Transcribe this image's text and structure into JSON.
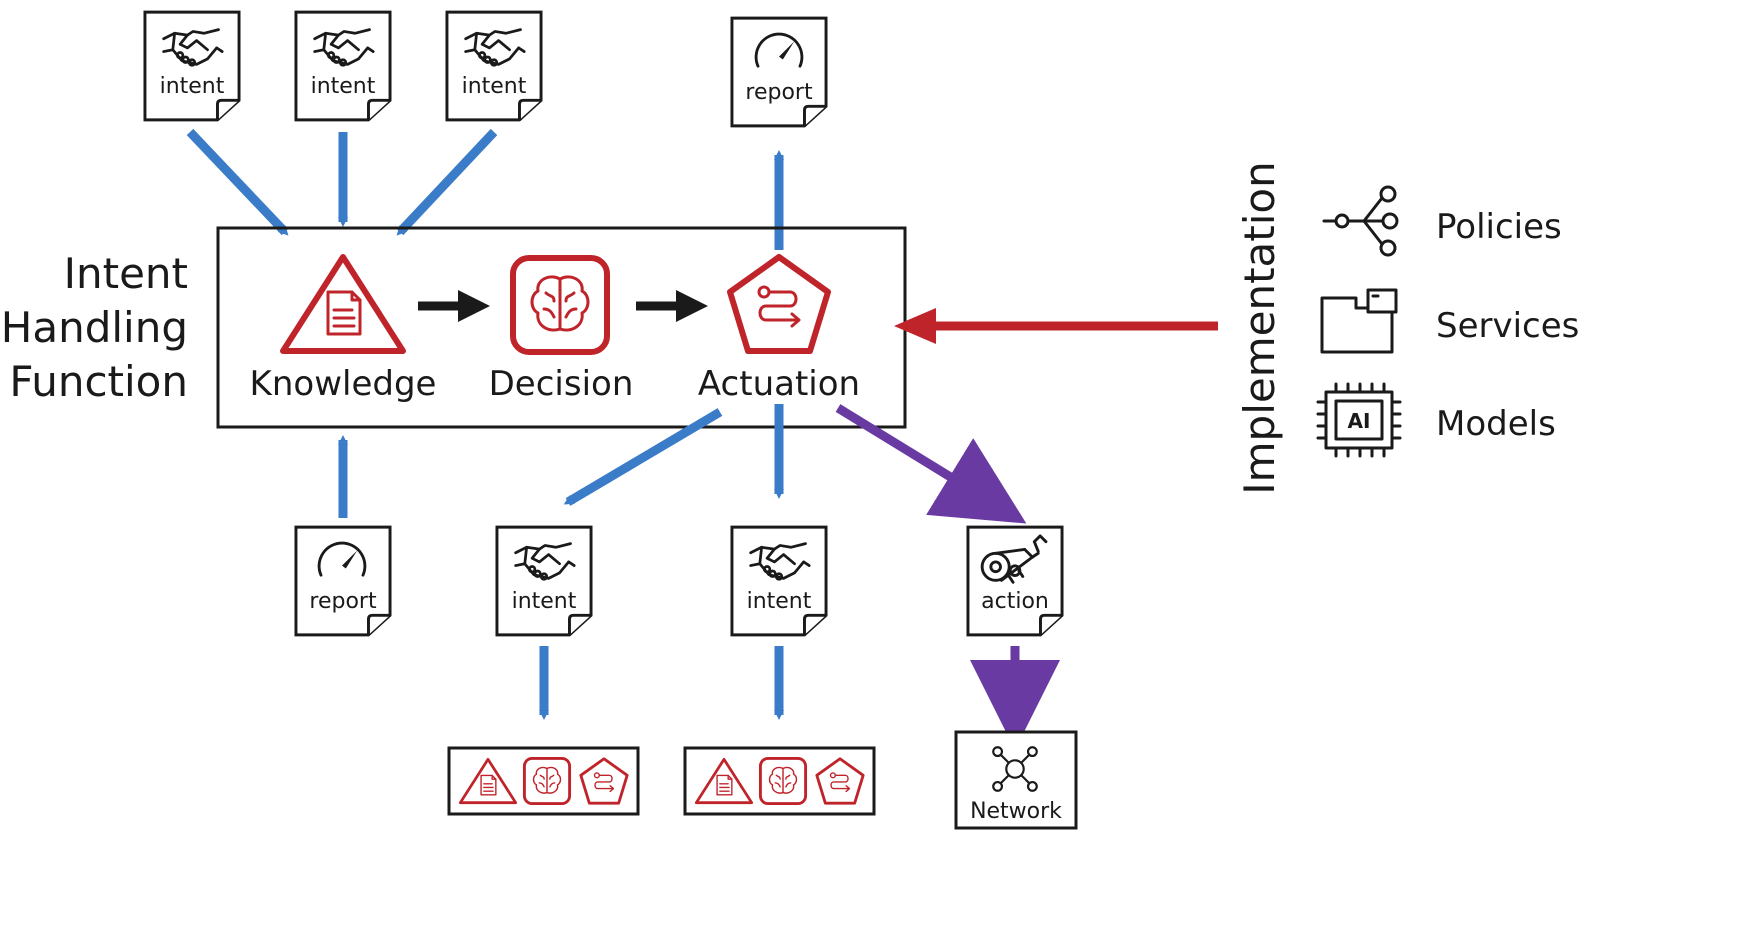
{
  "function_title": [
    "Intent",
    "Handling",
    "Function"
  ],
  "stages": {
    "knowledge": "Knowledge",
    "decision": "Decision",
    "actuation": "Actuation"
  },
  "documents": {
    "intent_label": "intent",
    "report_label": "report",
    "action_label": "action"
  },
  "network_label": "Network",
  "implementation": {
    "title": "Implementation",
    "items": [
      "Policies",
      "Services",
      "Models"
    ],
    "ai_chip_text": "AI"
  },
  "colors": {
    "blue_arrow": "#3a7cc8",
    "red_accent": "#c0242b",
    "purple_arrow": "#6a3aa3",
    "black": "#1a1a1a"
  },
  "icons": [
    "handshake-icon",
    "gauge-icon",
    "robot-arm-icon",
    "network-icon",
    "policy-branch-icon",
    "services-window-icon",
    "ai-chip-icon",
    "knowledge-triangle-icon",
    "decision-brain-icon",
    "actuation-pentagon-icon"
  ]
}
